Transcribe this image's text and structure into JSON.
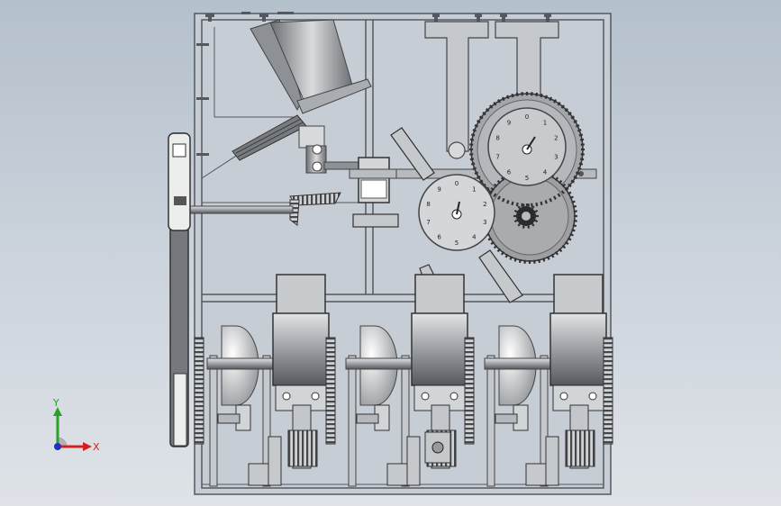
{
  "viewport": {
    "background_top": "#b4c0cc",
    "background_bottom": "#dfe3e8",
    "frame_color": "#5a5e66",
    "part_fill": "#c9cccf",
    "gear_fill": "#9a9da2"
  },
  "gauges": {
    "upper": {
      "numbers": [
        "0",
        "1",
        "2",
        "3",
        "4",
        "5",
        "6",
        "7",
        "8",
        "9"
      ]
    },
    "lower": {
      "numbers": [
        "0",
        "1",
        "2",
        "3",
        "4",
        "5",
        "6",
        "7",
        "8",
        "9"
      ]
    }
  },
  "triad": {
    "x_label": "X",
    "y_label": "Y",
    "x_color": "#d62020",
    "y_color": "#2aa02a",
    "z_color": "#2030c0"
  }
}
